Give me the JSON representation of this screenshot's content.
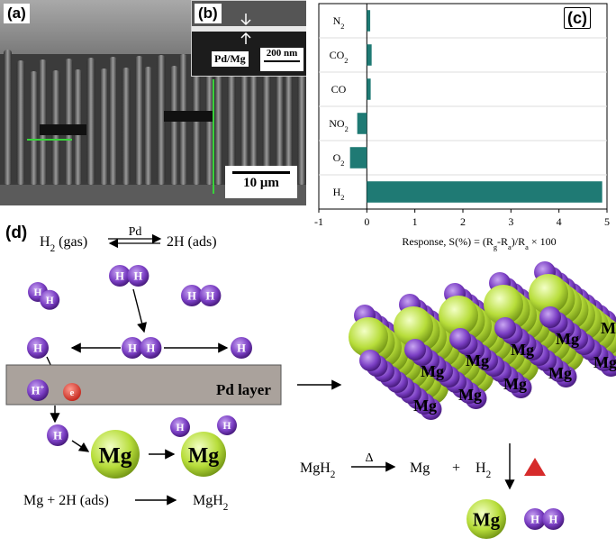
{
  "panels": {
    "a": "(a)",
    "b": "(b)",
    "c": "(c)",
    "d": "(d)"
  },
  "sem": {
    "scale_main": "10 μm",
    "inset_label": "Pd/Mg",
    "inset_scale": "200 nm"
  },
  "chart_data": {
    "type": "bar",
    "orientation": "horizontal",
    "categories": [
      "N2",
      "CO2",
      "CO",
      "NO2",
      "O2",
      "H2"
    ],
    "category_labels": [
      {
        "main": "N",
        "sub": "2"
      },
      {
        "main": "CO",
        "sub": "2"
      },
      {
        "main": "CO",
        "sub": ""
      },
      {
        "main": "NO",
        "sub": "2"
      },
      {
        "main": "O",
        "sub": "2"
      },
      {
        "main": "H",
        "sub": "2"
      }
    ],
    "values": [
      0.07,
      0.1,
      0.08,
      -0.2,
      -0.35,
      4.9
    ],
    "xlim": [
      -1,
      5
    ],
    "xticks": [
      "-1",
      "0",
      "1",
      "2",
      "3",
      "4",
      "5"
    ],
    "xlabel": {
      "prefix": "Response, S(%) = (R",
      "sub1": "g",
      "mid": "-R",
      "sub2": "a",
      "mid2": ")/R",
      "sub3": "a",
      "suffix": " × 100"
    },
    "bar_color": "#1f7a74",
    "grid": false
  },
  "schematic": {
    "eq_top": {
      "h2": "H",
      "h2_sub": "2",
      "gas": " (gas)",
      "pd": "Pd",
      "right": "2H (ads)"
    },
    "h_symbol": "H",
    "h_plus": "H",
    "h_plus_sup": "+",
    "electron": "e",
    "pd_layer": "Pd layer",
    "mg": "Mg",
    "eq_bottom": {
      "left": "Mg  + 2H (ads)",
      "right": "MgH",
      "right_sub": "2"
    },
    "eq_decomp": {
      "left": "MgH",
      "left_sub": "2",
      "delta": "Δ",
      "mg": "Mg",
      "plus": "+",
      "h": "H",
      "h_sub": "2"
    },
    "colors": {
      "h_atom": "#7b3fc4",
      "mg_atom": "#b7dd3a",
      "electron": "#e23a2e",
      "pd_layer": "#aaa29c",
      "triangle": "#d62b2b"
    }
  }
}
